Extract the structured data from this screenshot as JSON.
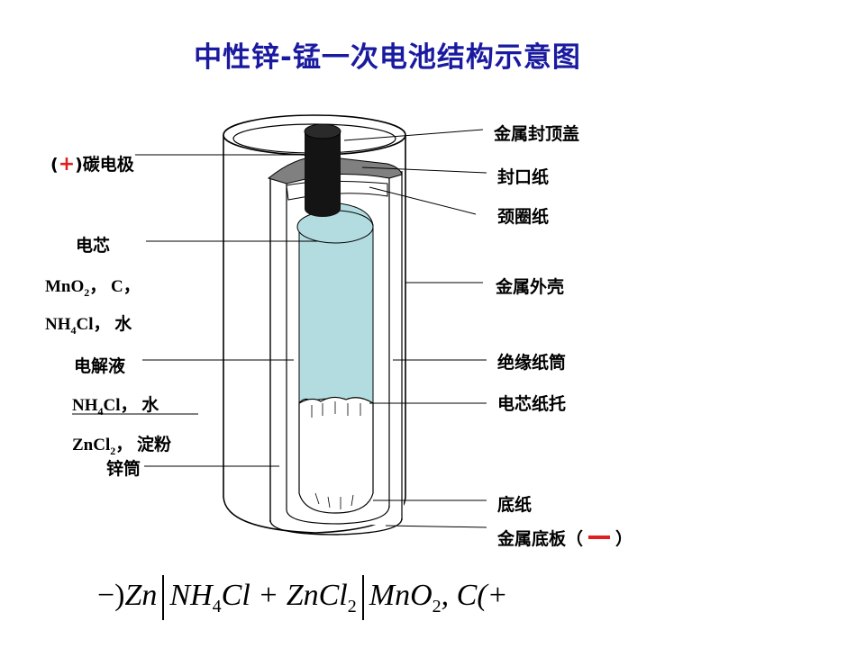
{
  "title": "中性锌-锰一次电池结构示意图",
  "labels": {
    "carbon_pre": "(",
    "carbon_plus": "+",
    "carbon_post": ")碳电极",
    "core": "电芯",
    "mno2": "MnO",
    "mno2_sub": "2",
    "mno2_rest": "，  C，",
    "nh4cl_1": "NH",
    "nh4cl_1_sub": "4",
    "nh4cl_1_rest": "Cl，  水",
    "electrolyte": "电解液",
    "nh4cl_2": "NH",
    "nh4cl_2_sub": "4",
    "nh4cl_2_rest": "Cl，  水",
    "zncl2": "ZnCl",
    "zncl2_sub": "2",
    "zncl2_rest": "，  淀粉",
    "zinc_can": "锌筒",
    "top_cap": "金属封顶盖",
    "seal_paper": "封口纸",
    "neck_paper": "颈圈纸",
    "metal_shell": "金属外壳",
    "insulating_tube": "绝缘纸筒",
    "core_holder": "电芯纸托",
    "bottom_paper": "底纸",
    "bottom_plate": "金属底板（",
    "bottom_plate_close": "）"
  },
  "formula": {
    "lead": "−)",
    "zn": "Zn",
    "nh": "NH",
    "nh_sub": "4",
    "cl1": "Cl",
    "plus_zn": " + ZnCl",
    "zncl_sub": "2",
    "mno": "MnO",
    "mno_sub": "2",
    "tail": ", C(+"
  },
  "colors": {
    "title": "#1a1aa0",
    "core_fill": "#b3dce0",
    "seal_fill": "#808080",
    "rod_fill": "#141414",
    "positive": "#e02020"
  }
}
